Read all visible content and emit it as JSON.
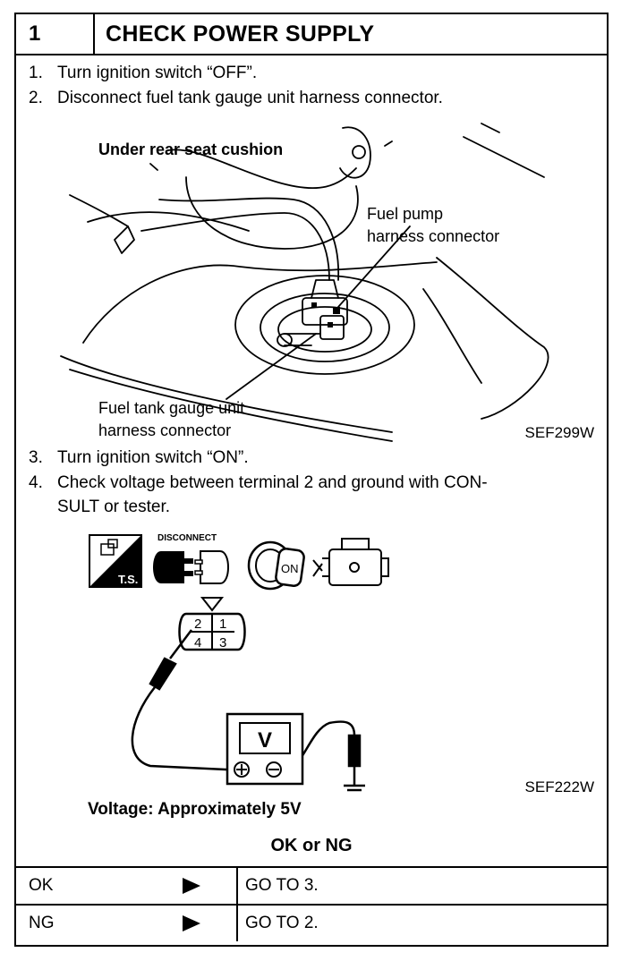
{
  "header": {
    "number": "1",
    "title": "CHECK POWER SUPPLY"
  },
  "steps": [
    {
      "num": "1.",
      "text": "Turn ignition switch “OFF”."
    },
    {
      "num": "2.",
      "text": "Disconnect fuel tank gauge unit harness connector."
    },
    {
      "num": "3.",
      "text": "Turn ignition switch “ON”."
    },
    {
      "num": "4.",
      "text": "Check voltage between terminal 2 and ground with CON-",
      "cont": "SULT or tester."
    }
  ],
  "figure1": {
    "label_location": "Under rear seat cushion",
    "label_pump_1": "Fuel pump",
    "label_pump_2": "harness connector",
    "label_gauge_1": "Fuel tank gauge unit",
    "label_gauge_2": "harness connector",
    "code": "SEF299W"
  },
  "figure2": {
    "icon_disconnect_label": "DISCONNECT",
    "icon_ts_label": "T.S.",
    "icon_key_label": "ON",
    "pins": [
      "2",
      "1",
      "4",
      "3"
    ],
    "meter_label": "V",
    "code": "SEF222W"
  },
  "spec": "Voltage: Approximately 5V",
  "decision": "OK or NG",
  "results": [
    {
      "key": "OK",
      "value": "GO TO 3."
    },
    {
      "key": "NG",
      "value": "GO TO 2."
    }
  ]
}
